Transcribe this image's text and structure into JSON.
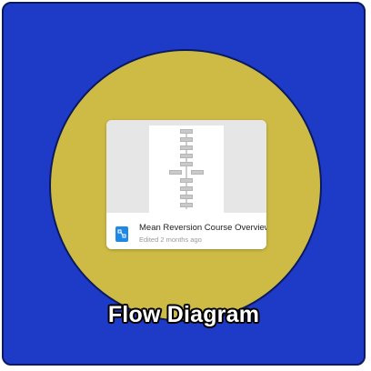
{
  "file_card": {
    "title": "Mean Reversion Course Overview",
    "subtitle": "Edited 2 months ago",
    "icon": "diagram-file-icon"
  },
  "caption": "Flow Diagram",
  "colors": {
    "background": "#1e3bc8",
    "circle": "#cdbb45",
    "icon": "#1e88e5"
  }
}
